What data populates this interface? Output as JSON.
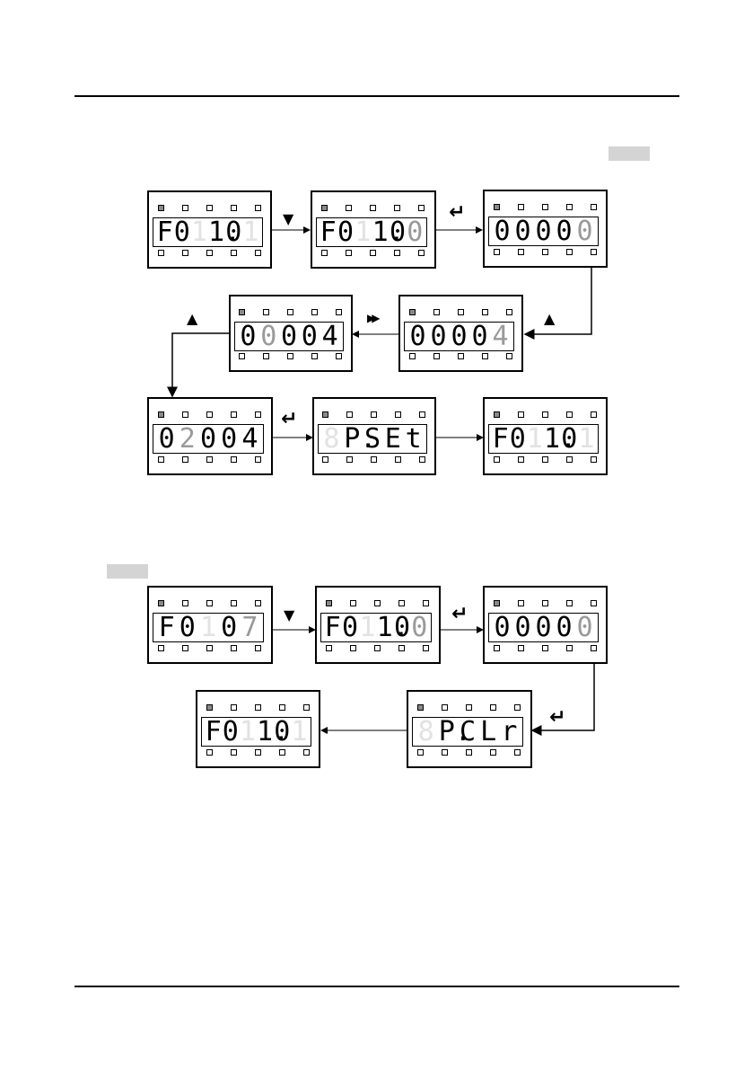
{
  "diagram_a": {
    "keys": {
      "down": "▼",
      "enter": "↵",
      "up": "▲",
      "shift": "▶▶"
    },
    "displays": [
      {
        "id": "a1",
        "leds": [
          1,
          0,
          0,
          0,
          0,
          0,
          0,
          0,
          0,
          0
        ],
        "digits": [
          {
            "c": "F",
            "s": "on"
          },
          {
            "c": "0",
            "s": "on"
          },
          {
            "c": "1",
            "s": "dim"
          },
          {
            "c": "1.",
            "s": "on"
          },
          {
            "c": "0",
            "s": "on"
          },
          {
            "c": "1",
            "s": "dim"
          }
        ]
      },
      {
        "id": "a2",
        "leds": [
          1,
          0,
          0,
          0,
          0,
          0,
          0,
          0,
          0,
          0
        ],
        "digits": [
          {
            "c": "F",
            "s": "on"
          },
          {
            "c": "0",
            "s": "on"
          },
          {
            "c": "1",
            "s": "dim"
          },
          {
            "c": "1.",
            "s": "on"
          },
          {
            "c": "0",
            "s": "on"
          },
          {
            "c": "0",
            "s": "mid"
          }
        ]
      },
      {
        "id": "a3",
        "leds": [
          1,
          0,
          0,
          0,
          0,
          0,
          0,
          0,
          0,
          0
        ],
        "digits": [
          {
            "c": "0",
            "s": "on"
          },
          {
            "c": "0",
            "s": "on"
          },
          {
            "c": "0",
            "s": "on"
          },
          {
            "c": "0",
            "s": "on"
          },
          {
            "c": "0",
            "s": "mid"
          }
        ]
      },
      {
        "id": "a4",
        "leds": [
          1,
          0,
          0,
          0,
          0,
          0,
          0,
          0,
          0,
          0
        ],
        "digits": [
          {
            "c": "0",
            "s": "on"
          },
          {
            "c": "0",
            "s": "on"
          },
          {
            "c": "0",
            "s": "on"
          },
          {
            "c": "0",
            "s": "on"
          },
          {
            "c": "4",
            "s": "mid"
          }
        ]
      },
      {
        "id": "a5",
        "leds": [
          1,
          0,
          0,
          0,
          0,
          0,
          0,
          0,
          0,
          0
        ],
        "digits": [
          {
            "c": "0",
            "s": "on"
          },
          {
            "c": "0",
            "s": "mid"
          },
          {
            "c": "0",
            "s": "on"
          },
          {
            "c": "0",
            "s": "on"
          },
          {
            "c": "4",
            "s": "on"
          }
        ]
      },
      {
        "id": "a6",
        "leds": [
          1,
          0,
          0,
          0,
          0,
          0,
          0,
          0,
          0,
          0
        ],
        "digits": [
          {
            "c": "0",
            "s": "on"
          },
          {
            "c": "2",
            "s": "mid"
          },
          {
            "c": "0",
            "s": "on"
          },
          {
            "c": "0",
            "s": "on"
          },
          {
            "c": "4",
            "s": "on"
          }
        ]
      },
      {
        "id": "a7",
        "leds": [
          1,
          0,
          0,
          0,
          0,
          0,
          0,
          0,
          0,
          0
        ],
        "digits": [
          {
            "c": "8",
            "s": "dim"
          },
          {
            "c": "P.",
            "s": "on"
          },
          {
            "c": "S",
            "s": "on"
          },
          {
            "c": "E",
            "s": "on"
          },
          {
            "c": "t",
            "s": "on"
          }
        ]
      },
      {
        "id": "a8",
        "leds": [
          1,
          0,
          0,
          0,
          0,
          0,
          0,
          0,
          0,
          0
        ],
        "digits": [
          {
            "c": "F",
            "s": "on"
          },
          {
            "c": "0",
            "s": "on"
          },
          {
            "c": "1",
            "s": "dim"
          },
          {
            "c": "1.",
            "s": "on"
          },
          {
            "c": "0",
            "s": "on"
          },
          {
            "c": "1",
            "s": "dim"
          }
        ]
      }
    ]
  },
  "diagram_b": {
    "displays": [
      {
        "id": "b1",
        "leds": [
          1,
          0,
          0,
          0,
          0,
          0,
          0,
          0,
          0,
          0
        ],
        "digits": [
          {
            "c": "F",
            "s": "on"
          },
          {
            "c": "0",
            "s": "on"
          },
          {
            "c": "1",
            "s": "dim"
          },
          {
            "c": "0",
            "s": "on"
          },
          {
            "c": "7",
            "s": "mid"
          }
        ]
      },
      {
        "id": "b2",
        "leds": [
          1,
          0,
          0,
          0,
          0,
          0,
          0,
          0,
          0,
          0
        ],
        "digits": [
          {
            "c": "F",
            "s": "on"
          },
          {
            "c": "0",
            "s": "on"
          },
          {
            "c": "1",
            "s": "dim"
          },
          {
            "c": "1.",
            "s": "on"
          },
          {
            "c": "0",
            "s": "on"
          },
          {
            "c": "0",
            "s": "mid"
          }
        ]
      },
      {
        "id": "b3",
        "leds": [
          1,
          0,
          0,
          0,
          0,
          0,
          0,
          0,
          0,
          0
        ],
        "digits": [
          {
            "c": "0",
            "s": "on"
          },
          {
            "c": "0",
            "s": "on"
          },
          {
            "c": "0",
            "s": "on"
          },
          {
            "c": "0",
            "s": "on"
          },
          {
            "c": "0",
            "s": "mid"
          }
        ]
      },
      {
        "id": "b4",
        "leds": [
          1,
          0,
          0,
          0,
          0,
          0,
          0,
          0,
          0,
          0
        ],
        "digits": [
          {
            "c": "8",
            "s": "dim"
          },
          {
            "c": "P.",
            "s": "on"
          },
          {
            "c": "C",
            "s": "on"
          },
          {
            "c": "L",
            "s": "on"
          },
          {
            "c": "r",
            "s": "on"
          }
        ]
      },
      {
        "id": "b5",
        "leds": [
          1,
          0,
          0,
          0,
          0,
          0,
          0,
          0,
          0,
          0
        ],
        "digits": [
          {
            "c": "F",
            "s": "on"
          },
          {
            "c": "0",
            "s": "on"
          },
          {
            "c": "1",
            "s": "dim"
          },
          {
            "c": "1.",
            "s": "on"
          },
          {
            "c": "0",
            "s": "on"
          },
          {
            "c": "1",
            "s": "dim"
          }
        ]
      }
    ]
  }
}
